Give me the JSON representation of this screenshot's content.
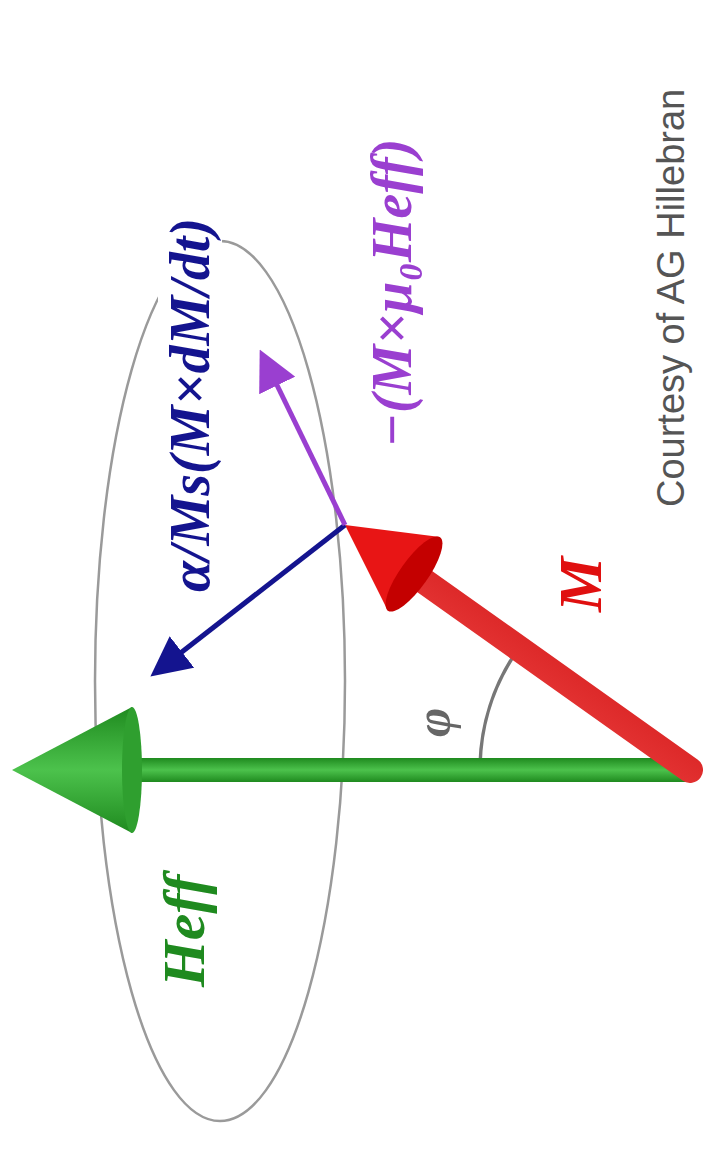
{
  "diagram": {
    "labels": [
      "α/Ms(M×dM/dt)",
      "−(M×μ₀Heff)",
      "Heff",
      "M",
      "φ",
      "Courtesy of AG Hillebran"
    ]
  }
}
